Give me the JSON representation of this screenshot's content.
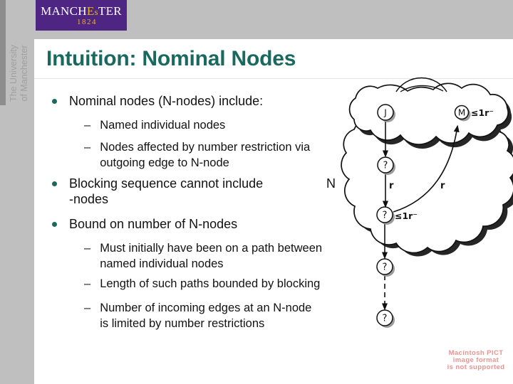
{
  "header": {
    "logo": {
      "wordmark_left": "MANCH",
      "wordmark_accent": "E",
      "wordmark_accent_small": "s",
      "wordmark_right": "TER",
      "year": "1824"
    },
    "university_line1": "The University",
    "university_line2": "of Manchester"
  },
  "title": "Intuition: Nominal Nodes",
  "bullets": {
    "dash": "–",
    "b1": "Nominal nodes (N-nodes) include:",
    "b1_sub1": "Named individual nodes",
    "b1_sub2": "Nodes affected by number restriction via\noutgoing edge to N-node",
    "b2_line1": "Blocking sequence cannot include",
    "b2_tail": "N",
    "b2_line2": "-nodes",
    "b3": "Bound on number of N-nodes",
    "b3_sub1": "Must initially have been on a path between\nnamed individual nodes",
    "b3_sub2": "Length of such paths bounded by blocking",
    "b3_sub3": "Number of incoming edges at an N-node\nis limited by number restrictions"
  },
  "diagram": {
    "nodes": {
      "named1": "J",
      "named2": "M",
      "anonymous": "?"
    },
    "labels": {
      "restriction_top": "≤1r⁻",
      "restriction_mid": "≤1r⁻",
      "role_left": "r",
      "role_right": "r"
    }
  },
  "pict_notice": {
    "line1": "Macintosh PICT",
    "line2": "image format",
    "line3": "is not supported"
  },
  "colors": {
    "brand_purple": "#4e2583",
    "brand_gold": "#edb41e",
    "title_teal": "#19695f",
    "background_gray": "#bfbfbf",
    "pict_salmon": "#e9938f"
  }
}
